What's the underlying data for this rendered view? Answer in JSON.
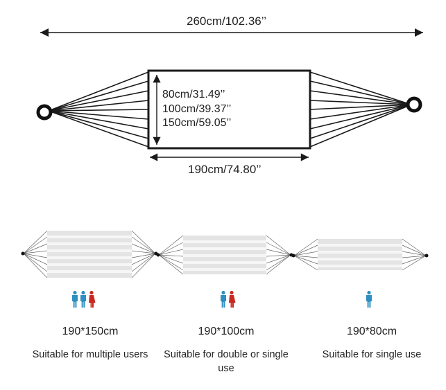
{
  "dimensions": {
    "total_length": "260cm/102.36’’",
    "widths": [
      "80cm/31.49’’",
      "100cm/39.37’’",
      "150cm/59.05’’"
    ],
    "bed_length": "190cm/74.80’’"
  },
  "variants": [
    {
      "size": "190*150cm",
      "description": "Suitable for multiple users",
      "people": [
        "male",
        "male",
        "female"
      ]
    },
    {
      "size": "190*100cm",
      "description": "Suitable for double or single use",
      "people": [
        "male",
        "female"
      ]
    },
    {
      "size": "190*80cm",
      "description": "Suitable for single use",
      "people": [
        "male"
      ]
    }
  ],
  "colors": {
    "male": "#2f8fc0",
    "female": "#c8281f",
    "line": "#1a1a1a",
    "fabric": "#e6e6e6",
    "stripe": "#ffffff"
  },
  "icons": [
    "person-male-icon",
    "person-female-icon",
    "ring-icon",
    "arrow-icon"
  ]
}
